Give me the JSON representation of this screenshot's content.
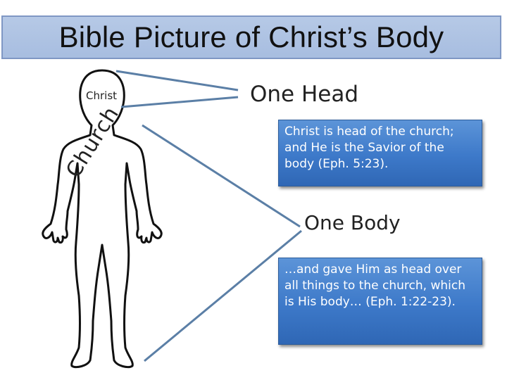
{
  "title": "Bible Picture of Christ’s Body",
  "figure": {
    "head_label": "Christ",
    "body_label": "Church"
  },
  "callouts": {
    "head": {
      "label": "One Head",
      "text": "Christ is head of the church; and He is the Savior of the body (Eph. 5:23)."
    },
    "body": {
      "label": "One Body",
      "text": "…and gave Him as head over all things to the church, which is His body… (Eph. 1:22-23)."
    }
  },
  "colors": {
    "connector": "#5b7fa6",
    "box_fill": "#4a84cf",
    "title_fill": "#b0c4e4"
  }
}
